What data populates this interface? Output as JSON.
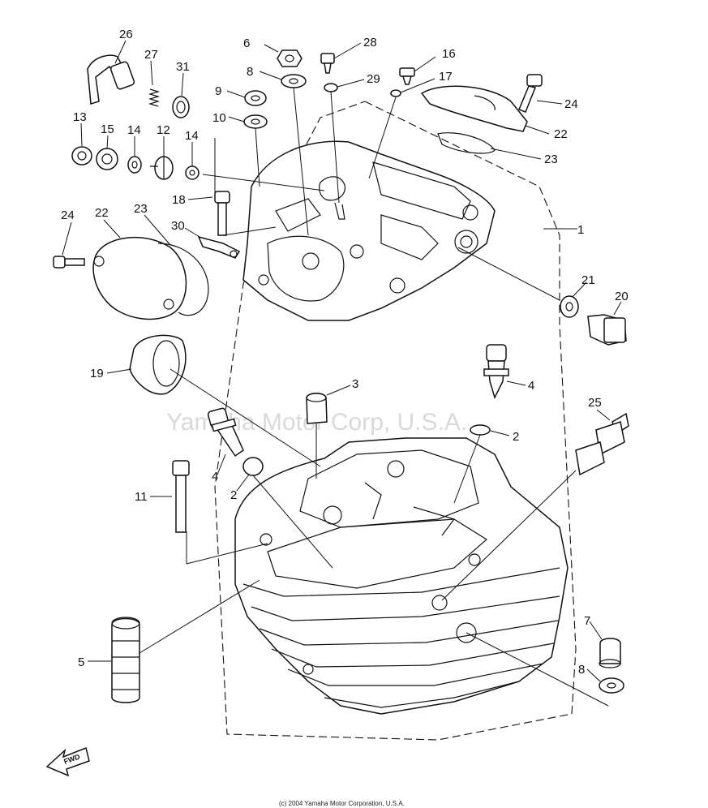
{
  "watermark": "Yamaha Motor Corp, U.S.A.",
  "copyright": "(c) 2004 Yamaha Motor Corporation, U.S.A.",
  "fwd_label": "FWD",
  "callouts": {
    "c1": "1",
    "c2a": "2",
    "c2b": "2",
    "c3": "3",
    "c4a": "4",
    "c4b": "4",
    "c5": "5",
    "c6": "6",
    "c7": "7",
    "c8a": "8",
    "c8b": "8",
    "c9": "9",
    "c10": "10",
    "c11": "11",
    "c12": "12",
    "c13": "13",
    "c14a": "14",
    "c14b": "14",
    "c15": "15",
    "c16": "16",
    "c17": "17",
    "c18": "18",
    "c19": "19",
    "c20": "20",
    "c21": "21",
    "c22a": "22",
    "c22b": "22",
    "c23a": "23",
    "c23b": "23",
    "c24a": "24",
    "c24b": "24",
    "c25": "25",
    "c26": "26",
    "c27": "27",
    "c28": "28",
    "c29": "29",
    "c30": "30",
    "c31": "31"
  }
}
